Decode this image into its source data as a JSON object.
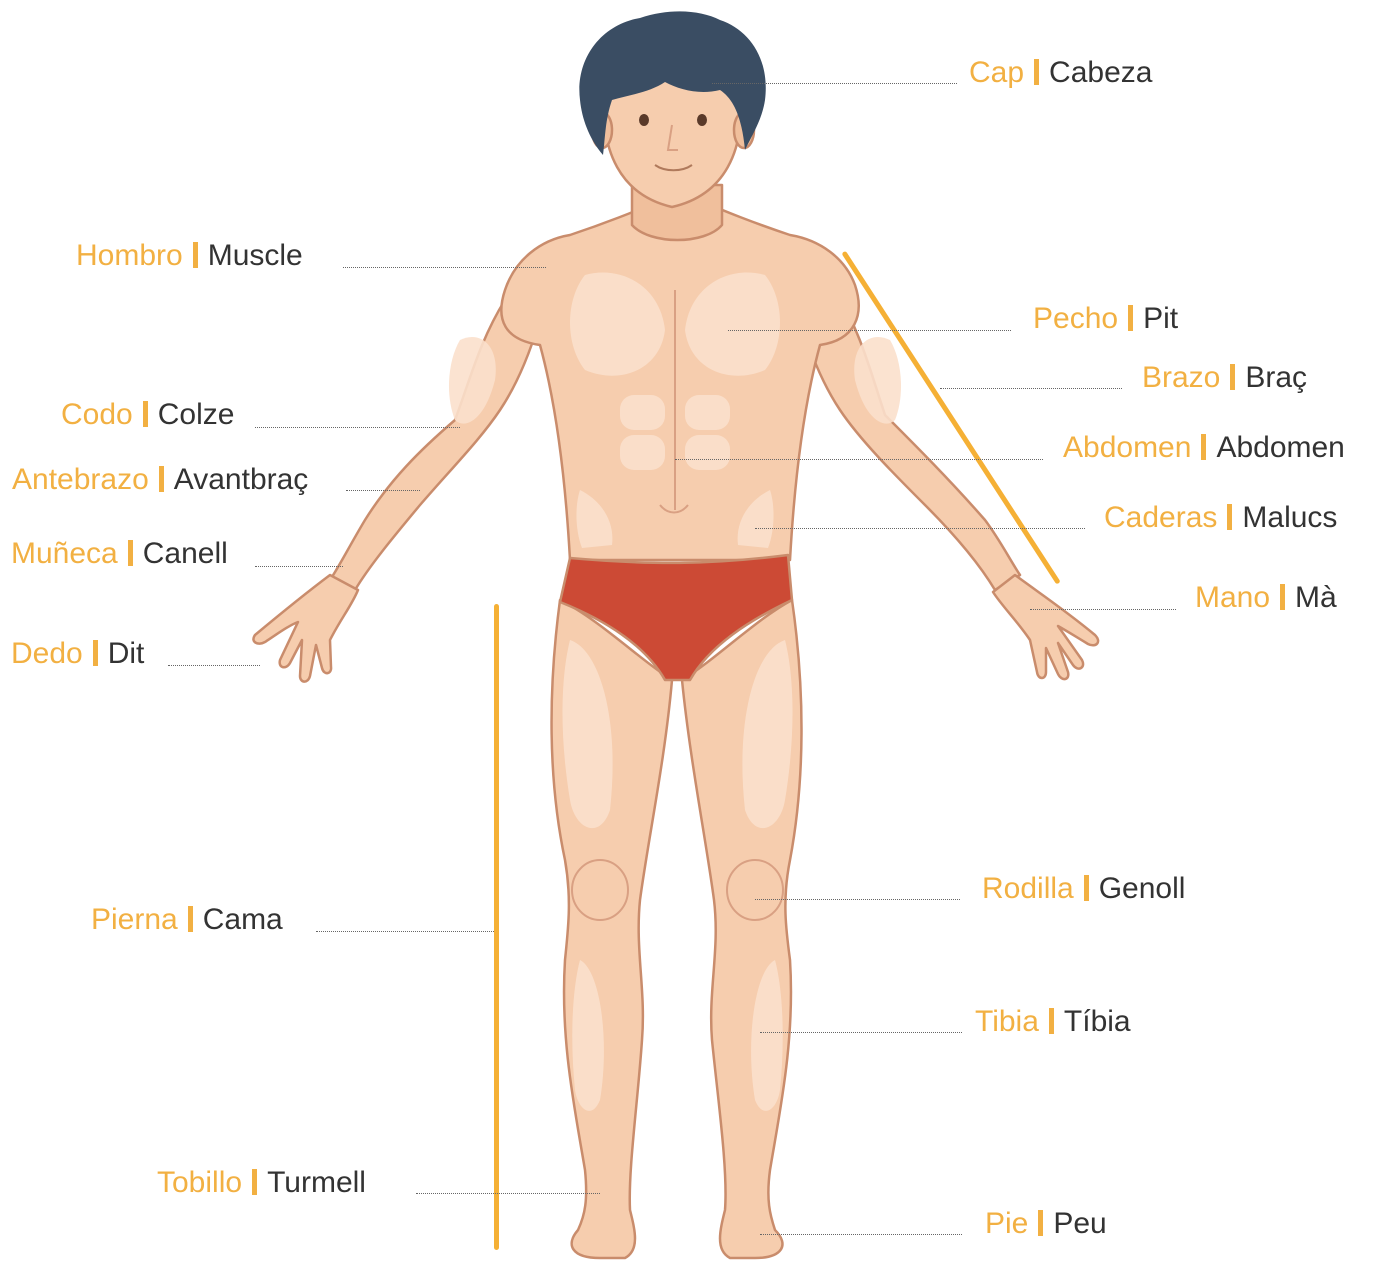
{
  "colors": {
    "spanish_label": "#f2b042",
    "catalan_label": "#333333",
    "bracket": "#f5b035",
    "skin": "#f6cdae",
    "skin_shade": "#e8aa84",
    "skin_outline": "#c98c6c",
    "hair": "#3a4d63",
    "briefs": "#cc4a35"
  },
  "labels": [
    {
      "id": "cap",
      "es": "Cap",
      "ca": "Cabeza"
    },
    {
      "id": "hombro",
      "es": "Hombro",
      "ca": "Muscle"
    },
    {
      "id": "pecho",
      "es": "Pecho",
      "ca": "Pit"
    },
    {
      "id": "brazo",
      "es": "Brazo",
      "ca": "Braç"
    },
    {
      "id": "codo",
      "es": "Codo",
      "ca": "Colze"
    },
    {
      "id": "abdomen",
      "es": "Abdomen",
      "ca": "Abdomen"
    },
    {
      "id": "antebrazo",
      "es": "Antebrazo",
      "ca": "Avantbraç"
    },
    {
      "id": "caderas",
      "es": "Caderas",
      "ca": "Malucs"
    },
    {
      "id": "muneca",
      "es": "Muñeca",
      "ca": "Canell"
    },
    {
      "id": "mano",
      "es": "Mano",
      "ca": "Mà"
    },
    {
      "id": "dedo",
      "es": "Dedo",
      "ca": "Dit"
    },
    {
      "id": "rodilla",
      "es": "Rodilla",
      "ca": "Genoll"
    },
    {
      "id": "pierna",
      "es": "Pierna",
      "ca": "Cama"
    },
    {
      "id": "tibia",
      "es": "Tibia",
      "ca": "Tíbia"
    },
    {
      "id": "tobillo",
      "es": "Tobillo",
      "ca": "Turmell"
    },
    {
      "id": "pie",
      "es": "Pie",
      "ca": "Peu"
    }
  ]
}
